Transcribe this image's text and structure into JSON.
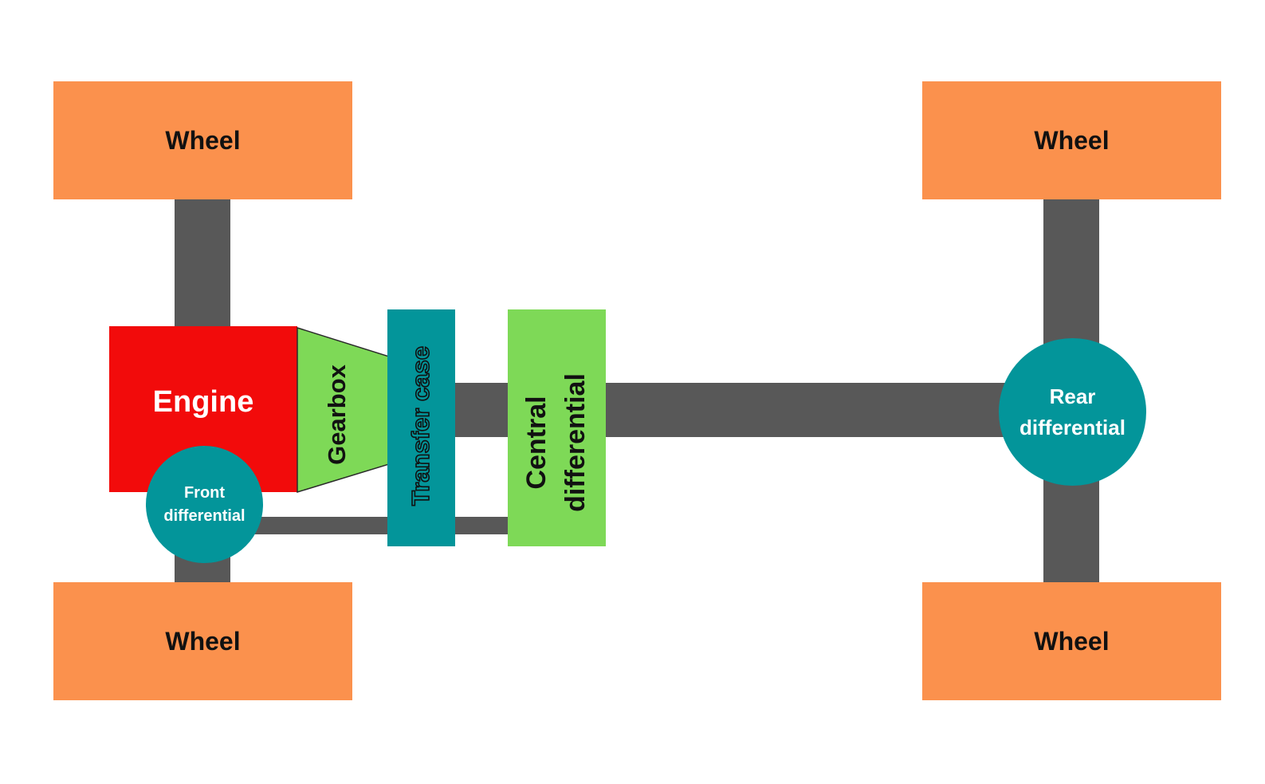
{
  "diagram": {
    "wheels": {
      "front_top": "Wheel",
      "front_bottom": "Wheel",
      "rear_top": "Wheel",
      "rear_bottom": "Wheel"
    },
    "engine": "Engine",
    "gearbox": "Gearbox",
    "transfer_case": "Transfer case",
    "central_differential": "Central differential",
    "front_differential": "Front differential",
    "rear_differential": "Rear differential"
  },
  "colors": {
    "wheel": "#fb914d",
    "engine": "#f20b0b",
    "gearbox": "#7ed957",
    "transfer_case": "#03959a",
    "central_differential": "#7ed957",
    "differential": "#03959a",
    "shaft": "#585858"
  }
}
